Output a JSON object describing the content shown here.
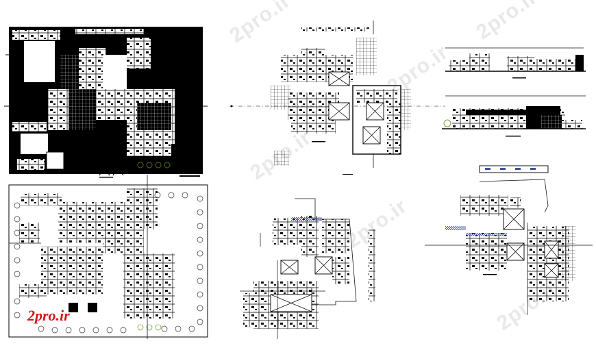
{
  "watermarks": [
    "2pro.ir",
    "2pro.ir",
    "2pro.ir",
    "2pro.ir",
    "2pro.ir",
    "2pro.ir",
    "2pro.ir",
    "2pro.ir"
  ],
  "logo": {
    "text": "2pro.ir",
    "color": "#d4141b"
  },
  "colors": {
    "ink": "#111111",
    "blueHatch": "#3a4fa0",
    "green": "#7aa33b",
    "watermark": "#e9e9e9"
  }
}
